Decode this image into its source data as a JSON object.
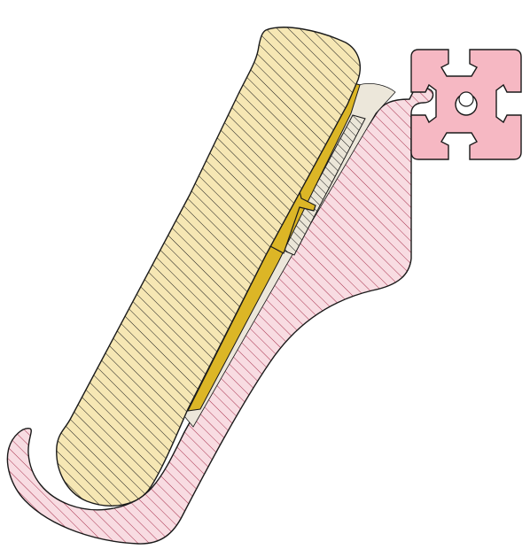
{
  "drawing": {
    "type": "cad-cross-section",
    "parts": [
      {
        "id": "handheld-body",
        "fill_color": "#f6e7b4",
        "hatch_color": "#1a1a1a",
        "hatch": "diagonal"
      },
      {
        "id": "mounting-bracket",
        "fill_color": "#f8dce2",
        "hatch_color": "#a8324e",
        "hatch": "diagonal"
      },
      {
        "id": "aluminum-extrusion-profile",
        "fill_color": "#f6b8c3",
        "hatch_color": "#1a1a1a",
        "hatch": "none"
      },
      {
        "id": "yellow-slider-strip",
        "fill_color": "#dcb626",
        "hatch": "none"
      },
      {
        "id": "yellow-latch-tab",
        "fill_color": "#dcb626",
        "hatch": "none"
      },
      {
        "id": "slot-insert",
        "fill_color": "#ebe6d8",
        "hatch_color": "#1a1a1a",
        "hatch": "diagonal"
      },
      {
        "id": "channel-liner",
        "fill_color": "#ece7da",
        "hatch": "none"
      }
    ],
    "outline_color": "#1a1a1a"
  }
}
